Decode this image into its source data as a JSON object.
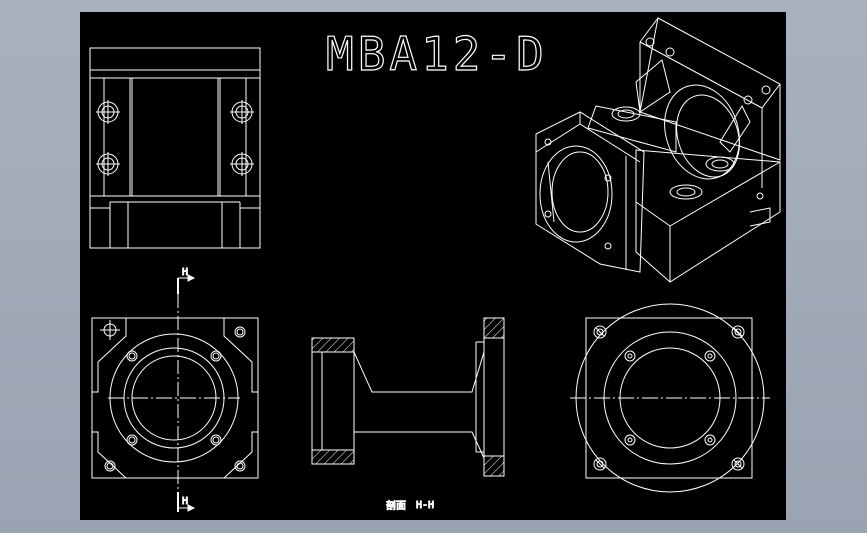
{
  "title": "MBA12-D",
  "labels": {
    "section_top": "H",
    "section_bottom": "H",
    "section_caption_prefix": "剖面",
    "section_caption": "H-H"
  },
  "colors": {
    "background": "#a3abb8",
    "canvas": "#000000",
    "line": "#ffffff"
  }
}
